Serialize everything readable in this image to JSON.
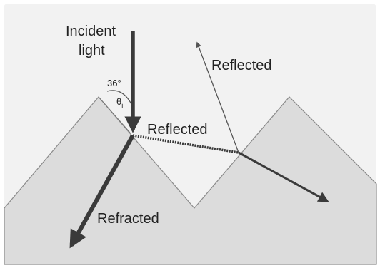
{
  "colors": {
    "frame": "#f2f2f2",
    "surface": "#dcdcdc",
    "ray": "#3a3a3a",
    "text": "#222222"
  },
  "labels": {
    "incident": [
      "Incident",
      "light"
    ],
    "angle_value": "36°",
    "angle_symbol": "θ",
    "angle_subscript": "i",
    "reflected_top": "Reflected",
    "reflected_mid": "Reflected",
    "refracted": "Refracted"
  }
}
